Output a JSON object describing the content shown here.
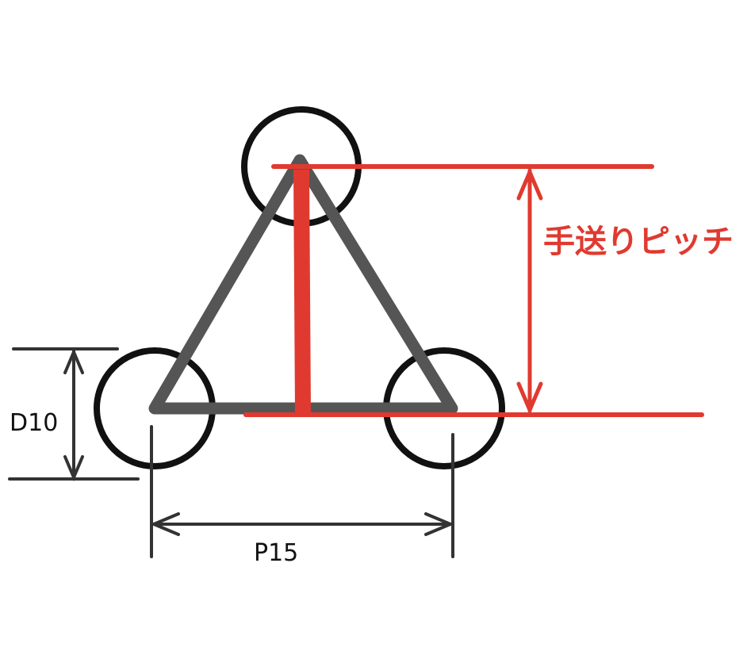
{
  "labels": {
    "diameter": "D10",
    "pitch": "P15",
    "feed_pitch": "手送りピッチ"
  },
  "colors": {
    "circle": "#111111",
    "triangle": "#555555",
    "feed_pitch": "#e03a30",
    "dimension": "#333333",
    "background": "#ffffff"
  }
}
